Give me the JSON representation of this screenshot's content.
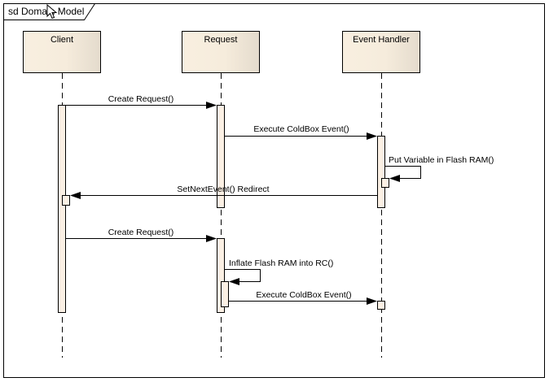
{
  "diagram": {
    "frame_title": "sd Domain Model",
    "lifelines": [
      {
        "id": "client",
        "name": "Client"
      },
      {
        "id": "request",
        "name": "Request"
      },
      {
        "id": "handler",
        "name": "Event Handler"
      }
    ],
    "messages": [
      {
        "label": "Create Request()",
        "from": "client",
        "to": "request",
        "kind": "sync"
      },
      {
        "label": "Execute ColdBox Event()",
        "from": "request",
        "to": "handler",
        "kind": "sync"
      },
      {
        "label": "Put Variable in Flash RAM()",
        "from": "handler",
        "to": "handler",
        "kind": "self"
      },
      {
        "label": "SetNextEvent() Redirect",
        "from": "handler",
        "to": "client",
        "kind": "sync"
      },
      {
        "label": "Create Request()",
        "from": "client",
        "to": "request",
        "kind": "sync"
      },
      {
        "label": "Inflate Flash RAM into RC()",
        "from": "request",
        "to": "request",
        "kind": "self"
      },
      {
        "label": "Execute ColdBox Event()",
        "from": "request",
        "to": "handler",
        "kind": "sync"
      }
    ],
    "colors": {
      "lifeline_fill_start": "#f8efe0",
      "lifeline_fill_end": "#e6ddd0",
      "activation_fill": "#fbf0e4",
      "stroke": "#000000"
    }
  },
  "cursor": {
    "icon": "mouse-pointer-icon"
  }
}
